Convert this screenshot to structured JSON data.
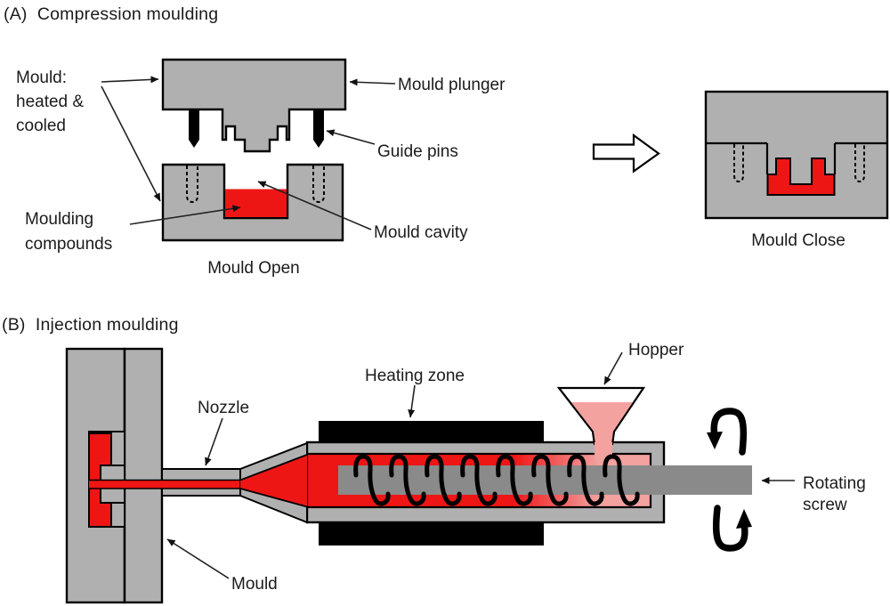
{
  "colors": {
    "mould_grey": "#b0b0b0",
    "screw_shaft_grey": "#8a8a8a",
    "melt_red": "#ee1515",
    "melt_pink": "#f3a2a0",
    "heater_black": "#000000",
    "outline": "#000000",
    "label_text": "#1b1b1b",
    "background": "#ffffff"
  },
  "section_a": {
    "title": "(A)  Compression moulding",
    "labels": {
      "mould_heated_1": "Mould:",
      "mould_heated_2": "heated &",
      "mould_heated_3": "cooled",
      "mould_plunger": "Mould plunger",
      "guide_pins": "Guide pins",
      "moulding_compounds_1": "Moulding",
      "moulding_compounds_2": "compounds",
      "mould_cavity": "Mould cavity",
      "mould_open": "Mould Open",
      "mould_close": "Mould Close"
    }
  },
  "section_b": {
    "title": "(B)  Injection moulding",
    "labels": {
      "nozzle": "Nozzle",
      "heating_zone": "Heating zone",
      "hopper": "Hopper",
      "rotating_screw_1": "Rotating",
      "rotating_screw_2": "screw",
      "mould": "Mould"
    }
  }
}
